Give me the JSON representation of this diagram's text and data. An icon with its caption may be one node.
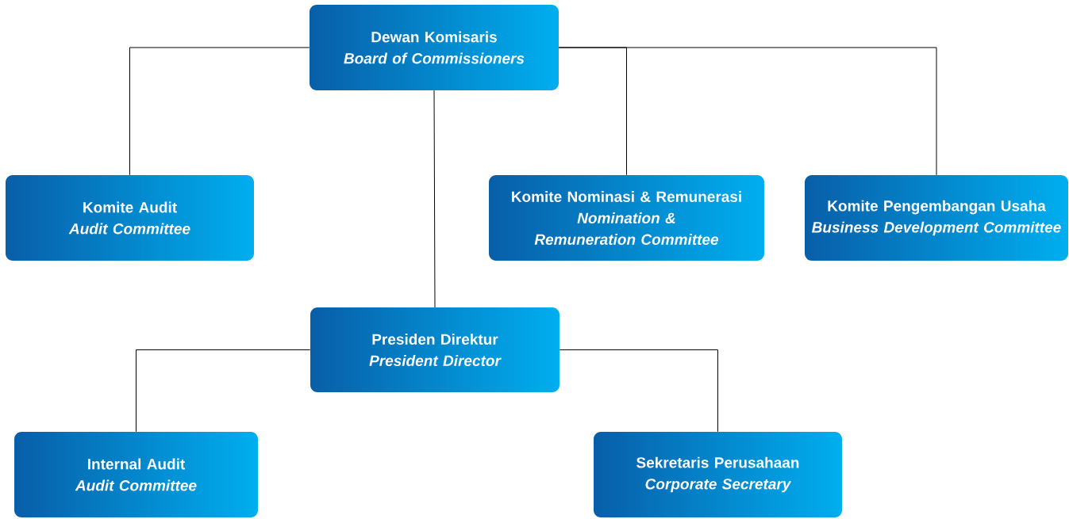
{
  "diagram": {
    "nodes": [
      {
        "text": [
          "Dewan Komisaris",
          "Board of Commissioners"
        ]
      },
      {
        "text": [
          "Komite Audit",
          "Audit Committee"
        ]
      },
      {
        "text": [
          "Komite Nominasi & Remunerasi",
          "Nomination & Remuneration Committee"
        ]
      },
      {
        "text": [
          "Komite Pengembangan Usaha",
          "Business Development Committee"
        ]
      },
      {
        "text": [
          "Presiden Direktur",
          "President Director"
        ]
      },
      {
        "text": [
          "Internal Audit",
          "Audit Committee"
        ]
      },
      {
        "text": [
          "Sekretaris Perusahaan",
          "Corporate Secretary"
        ]
      }
    ],
    "edges": [
      {
        "from": 0,
        "to": 1,
        "arrow": "none"
      },
      {
        "from": 0,
        "to": 2,
        "arrow": "none"
      },
      {
        "from": 0,
        "to": 3,
        "arrow": "none"
      },
      {
        "from": 0,
        "to": 4,
        "arrow": "none"
      },
      {
        "from": 4,
        "to": 5,
        "arrow": "none"
      },
      {
        "from": 4,
        "to": 6,
        "arrow": "none"
      }
    ]
  }
}
